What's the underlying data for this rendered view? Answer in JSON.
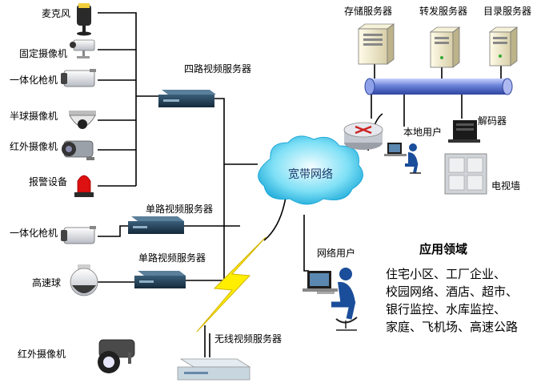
{
  "devices_left": {
    "microphone": "麦克风",
    "fixed_camera": "固定摄像机",
    "bullet_camera_1": "一体化枪机",
    "dome_camera": "半球摄像机",
    "ir_camera_1": "红外摄像机",
    "alarm_device": "报警设备",
    "bullet_camera_2": "一体化枪机",
    "speed_dome": "高速球",
    "ir_camera_2": "红外摄像机"
  },
  "video_servers": {
    "four_channel": "四路视频服务器",
    "single_channel_1": "单路视频服务器",
    "single_channel_2": "单路视频服务器",
    "wireless": "无线视频服务器"
  },
  "network": {
    "cloud": "宽带网络",
    "net_user": "网络用户"
  },
  "servers_top": {
    "storage": "存储服务器",
    "forward": "转发服务器",
    "directory": "目录服务器"
  },
  "local_site": {
    "local_user": "本地用户",
    "decoder": "解码器",
    "tv_wall": "电视墙"
  },
  "applications": {
    "title": "应用领域",
    "lines": [
      "住宅小区、工厂企业、",
      "校园网络、酒店、超市、",
      "银行监控、水库监控、",
      "家庭、飞机场、高速公路"
    ]
  },
  "colors": {
    "pipe": "#6a82d8",
    "server_box": "#1f3d55",
    "lightning": "#ffee00",
    "alarm_red": "#dd1111",
    "user_body": "#1a4d9a"
  }
}
